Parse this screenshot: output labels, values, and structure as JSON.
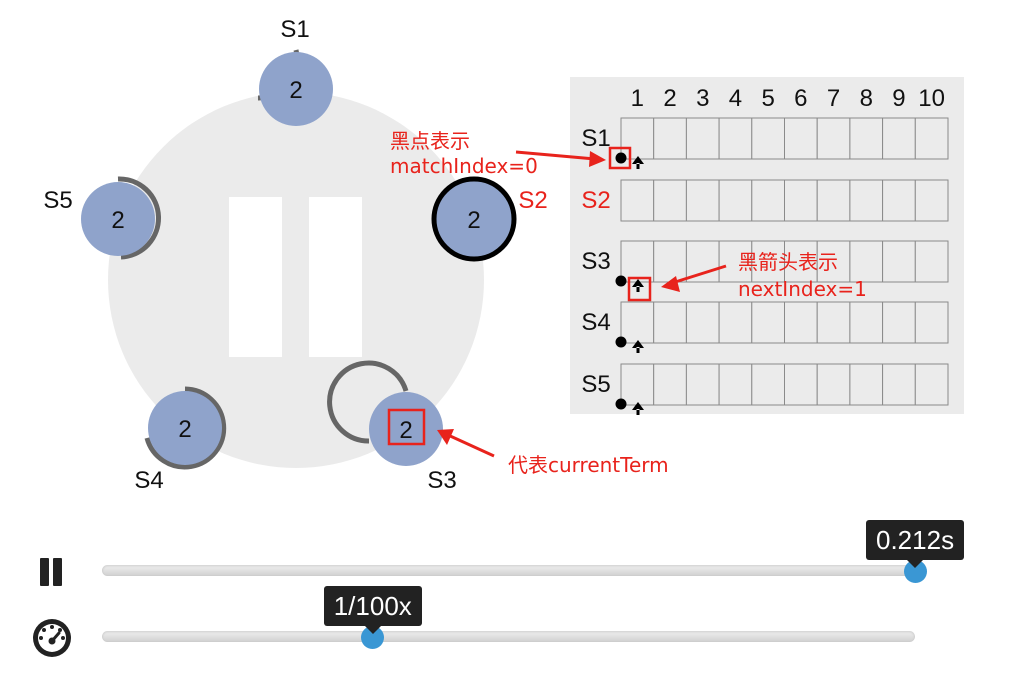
{
  "servers": [
    {
      "name": "S1",
      "term": "2"
    },
    {
      "name": "S2",
      "term": "2"
    },
    {
      "name": "S3",
      "term": "2"
    },
    {
      "name": "S4",
      "term": "2"
    },
    {
      "name": "S5",
      "term": "2"
    }
  ],
  "log_table": {
    "index_headers": [
      "1",
      "2",
      "3",
      "4",
      "5",
      "6",
      "7",
      "8",
      "9",
      "10"
    ],
    "rows": [
      "S1",
      "S2",
      "S3",
      "S4",
      "S5"
    ]
  },
  "annotations": {
    "match_index_line1": "黑点表示",
    "match_index_line2": "matchIndex=0",
    "next_index_line1": "黑箭头表示",
    "next_index_line2": "nextIndex=1",
    "current_term": "代表currentTerm"
  },
  "controls": {
    "time_label": "0.212s",
    "time_fraction": 1.0,
    "speed_label": "1/100x",
    "speed_fraction": 0.333
  },
  "colors": {
    "leader_label": "#e8231c",
    "server_fill": "#8fa3cb",
    "annotation_red": "#e8231c",
    "slider_knob": "#3a97d4"
  }
}
